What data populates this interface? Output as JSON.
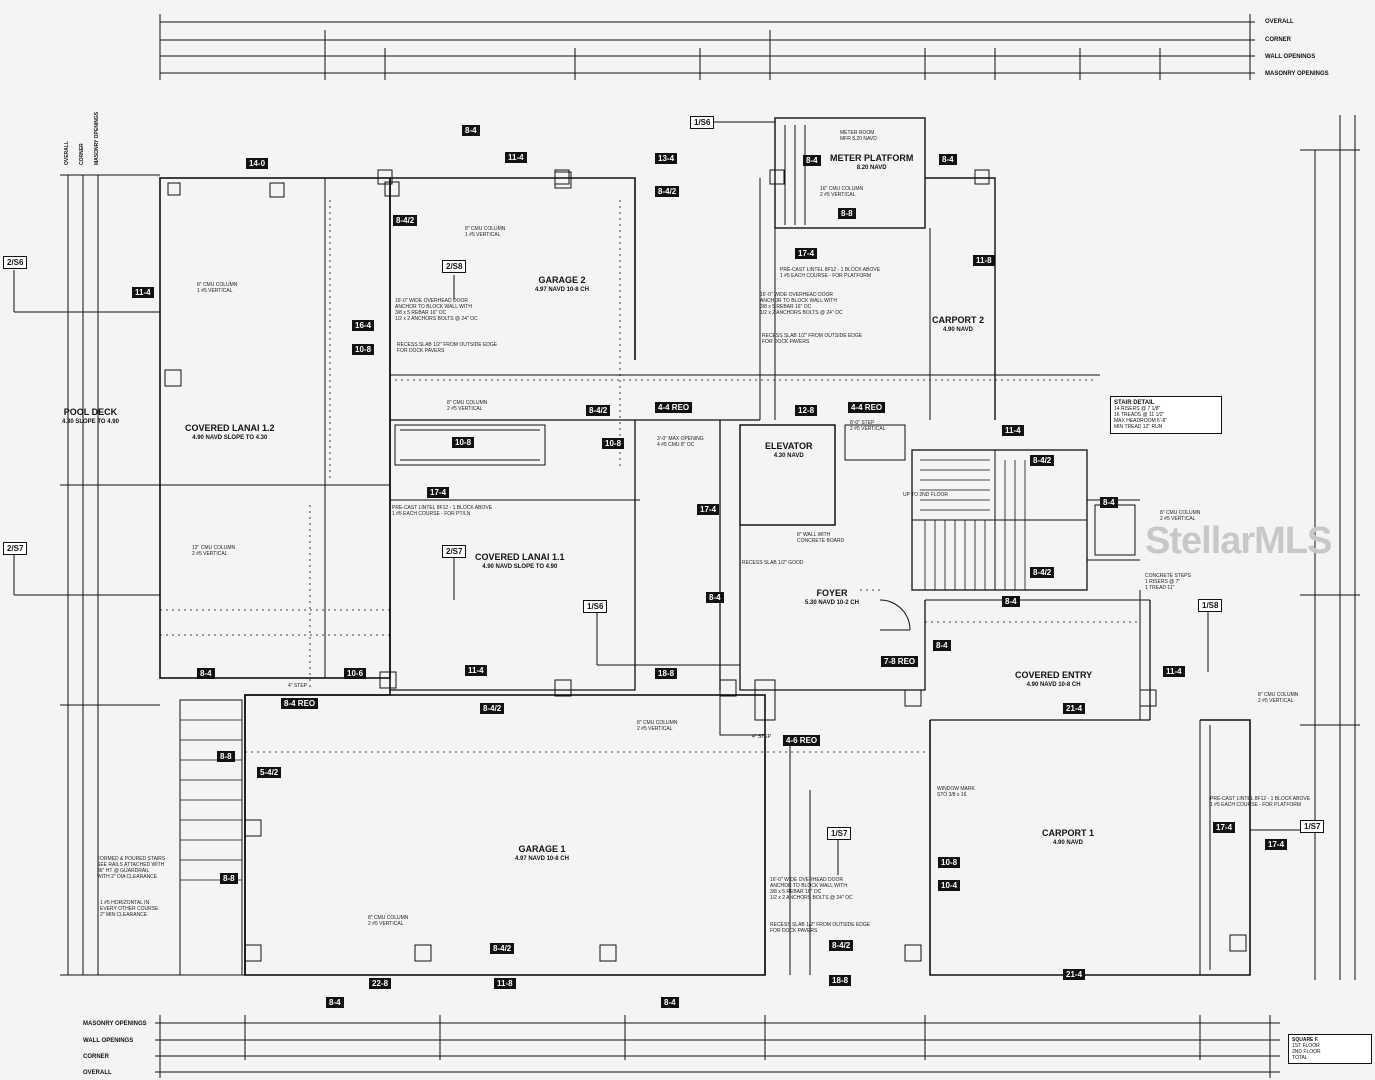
{
  "dimension_rows_top": [
    "OVERALL",
    "CORNER",
    "WALL OPENINGS",
    "MASONRY OPENINGS"
  ],
  "dimension_rows_bottom": [
    "MASONRY OPENINGS",
    "WALL OPENINGS",
    "CORNER",
    "OVERALL"
  ],
  "side_labels_left": [
    "OVERALL",
    "CORNER",
    "MASONRY OPENINGS"
  ],
  "rooms": {
    "garage2": {
      "name": "GARAGE 2",
      "sub": "4.97 NAVD 10-8 CH"
    },
    "meter_platform": {
      "name": "METER PLATFORM",
      "sub": "8.20 NAVD"
    },
    "carport2": {
      "name": "CARPORT 2",
      "sub": "4.90 NAVD"
    },
    "pool_deck": {
      "name": "POOL DECK",
      "sub": "4.30 SLOPE TO 4.90"
    },
    "covered_lanai_12": {
      "name": "COVERED LANAI 1.2",
      "sub": "4.90 NAVD SLOPE TO 4.30"
    },
    "elevator": {
      "name": "ELEVATOR",
      "sub": "4.30 NAVD"
    },
    "covered_lanai_11": {
      "name": "COVERED LANAI 1.1",
      "sub": "4.90 NAVD SLOPE TO 4.90"
    },
    "foyer": {
      "name": "FOYER",
      "sub": "5.30 NAVD 10-2 CH"
    },
    "covered_entry": {
      "name": "COVERED ENTRY",
      "sub": "4.90 NAVD 10-8 CH"
    },
    "garage1": {
      "name": "GARAGE 1",
      "sub": "4.97 NAVD 10-8 CH"
    },
    "carport1": {
      "name": "CARPORT 1",
      "sub": "4.90 NAVD"
    }
  },
  "tags": {
    "t1": "8-4",
    "t2": "11-4",
    "t3": "13-4",
    "t4": "8-4/2",
    "t5": "14-0",
    "t6": "8-4/2",
    "t7": "11-4",
    "t8": "16-4",
    "t9": "10-8",
    "t10": "8-4/2",
    "t11": "4-4 REO",
    "t12": "12-8",
    "t13": "4-4 REO",
    "t14": "10-8",
    "t15": "10-8",
    "t16": "17-4",
    "t17": "17-4",
    "t18": "8-4",
    "t19": "11-4",
    "t20": "8-4/2",
    "t21": "8-4",
    "t22": "8-4/2",
    "t23": "8-4",
    "t24": "8-4",
    "t25": "10-6",
    "t26": "11-4",
    "t27": "18-8",
    "t28": "8-4 REO",
    "t29": "7-8 REO",
    "t30": "8-4",
    "t31": "11-4",
    "t32": "21-4",
    "t33": "8-8",
    "t34": "5-4/2",
    "t35": "8-8",
    "t36": "8-4/2",
    "t37": "4-6 REO",
    "t38": "10-8",
    "t39": "10-4",
    "t40": "17-4",
    "t41": "17-4",
    "t42": "8-4/2",
    "t43": "8-4",
    "t44": "8-4/2",
    "t45": "18-8",
    "t46": "21-4",
    "t47": "8-4",
    "t48": "11-8",
    "t49": "22-8",
    "t50": "8-4",
    "t51": "8-4",
    "t52": "8-8",
    "t53": "17-4"
  },
  "refs": {
    "r1": "1/S6",
    "r2": "2/S6",
    "r3": "2/S8",
    "r4": "2/S7",
    "r5": "2/S7",
    "r6": "1/S6",
    "r7": "1/S8",
    "r8": "1/S7",
    "r9": "1/S7"
  },
  "notes": {
    "n1": "8\" CMU COLUMN\n1 #5 VERTICAL",
    "n2": "8\" CMU COLUMN\n1 #5 VERTICAL",
    "n3": "16'-0\" WIDE OVERHEAD DOOR\nANCHOR TO BLOCK WALL WITH\n3/8 x 5 REBAR 16\" OC\n1/2 x 2 ANCHORS BOLTS @ 24\" OC",
    "n4": "RECESS SLAB 1/2\" FROM OUTSIDE EDGE\nFOR DOCK PAVERS",
    "n5": "8\" CMU COLUMN\n2 #5 VERTICAL",
    "n6": "PRE-CAST LINTEL 8F12 - 1 BLOCK ABOVE\n1 #5 EACH COURSE - FOR PT/LN",
    "n7": "12\" CMU COLUMN\n2 #5 VERTICAL",
    "n8": "METER ROOM\nMFR 8.20 NAVD",
    "n9": "16\" CMU COLUMN\n2 #5 VERTICAL",
    "n10": "PRE-CAST LINTEL 8F12 - 1 BLOCK ABOVE\n1 #5 EACH COURSE - FOR PLATFORM",
    "n11": "16'-0\" WIDE OVERHEAD DOOR\nANCHOR TO BLOCK WALL WITH\n3/8 x 5 REBAR 16\" OC\n1/2 x 2 ANCHORS BOLTS @ 24\" OC",
    "n12": "RECESS SLAB 1/2\" FROM OUTSIDE EDGE\nFOR DOCK PAVERS",
    "n13": "8'-0\" STEP\n2 #5 VERTICAL",
    "n14": "3'-0\" MAX OPENING\n4 #5 CMU 8\" OC",
    "n15": "RECESS SLAB 1/2\" GOOD",
    "n16": "8\" WALL WITH\nCONCRETE BOARD",
    "n17": "8\" CMU COLUMN\n2 #5 VERTICAL",
    "n18": "CONCRETE STEPS\n1 RISERS @ 7\"\n1 TREAD 11\"",
    "n19": "FORMED & POURED STAIRS\nSEE RAILS ATTACHED WITH\n36\" HT @ GUARDRAIL\nWITH 2\" DIA CLEARANCE",
    "n20": "1 #5 HORIZONTAL IN\nEVERY OTHER COURSE\n2\" MIN CLEARANCE",
    "n21": "8\" CMU COLUMN\n2 #5 VERTICAL",
    "n22": "16'-0\" WIDE OVERHEAD DOOR\nANCHOR TO BLOCK WALL WITH\n3/8 x 5 REBAR 16\" OC\n1/2 x 2 ANCHORS BOLTS @ 24\" OC",
    "n23": "RECESS SLAB 1/2\" FROM OUTSIDE EDGE\nFOR DOCK PAVERS",
    "n24": "WINDOW MARK\nSTO 3/8 x 16",
    "n25": "PRE-CAST LINTEL 8F12 - 1 BLOCK ABOVE\n1 #5 EACH COURSE - FOR PLATFORM",
    "n26": "8\" CMU COLUMN\n2 #5 VERTICAL",
    "n27": "8\" CMU COLUMN\n2 #5 VERTICAL",
    "n28": "UP TO 2ND FLOOR",
    "n29": "4\" STEP",
    "n30": "4\" STEP"
  },
  "stair_detail": {
    "title": "STAIR DETAIL",
    "lines": [
      "14 RISERS @ 7 1/8\"",
      "16 TREADS @ 11 1/2\"",
      "MAX HEADROOM 6'-8\"",
      "MIN TREAD 12\" RUN"
    ]
  },
  "watermark": "StellarMLS",
  "title_block": {
    "lines": [
      "SQUARE F.",
      "1ST FLOOR",
      "2ND FLOOR",
      "TOTAL"
    ]
  }
}
